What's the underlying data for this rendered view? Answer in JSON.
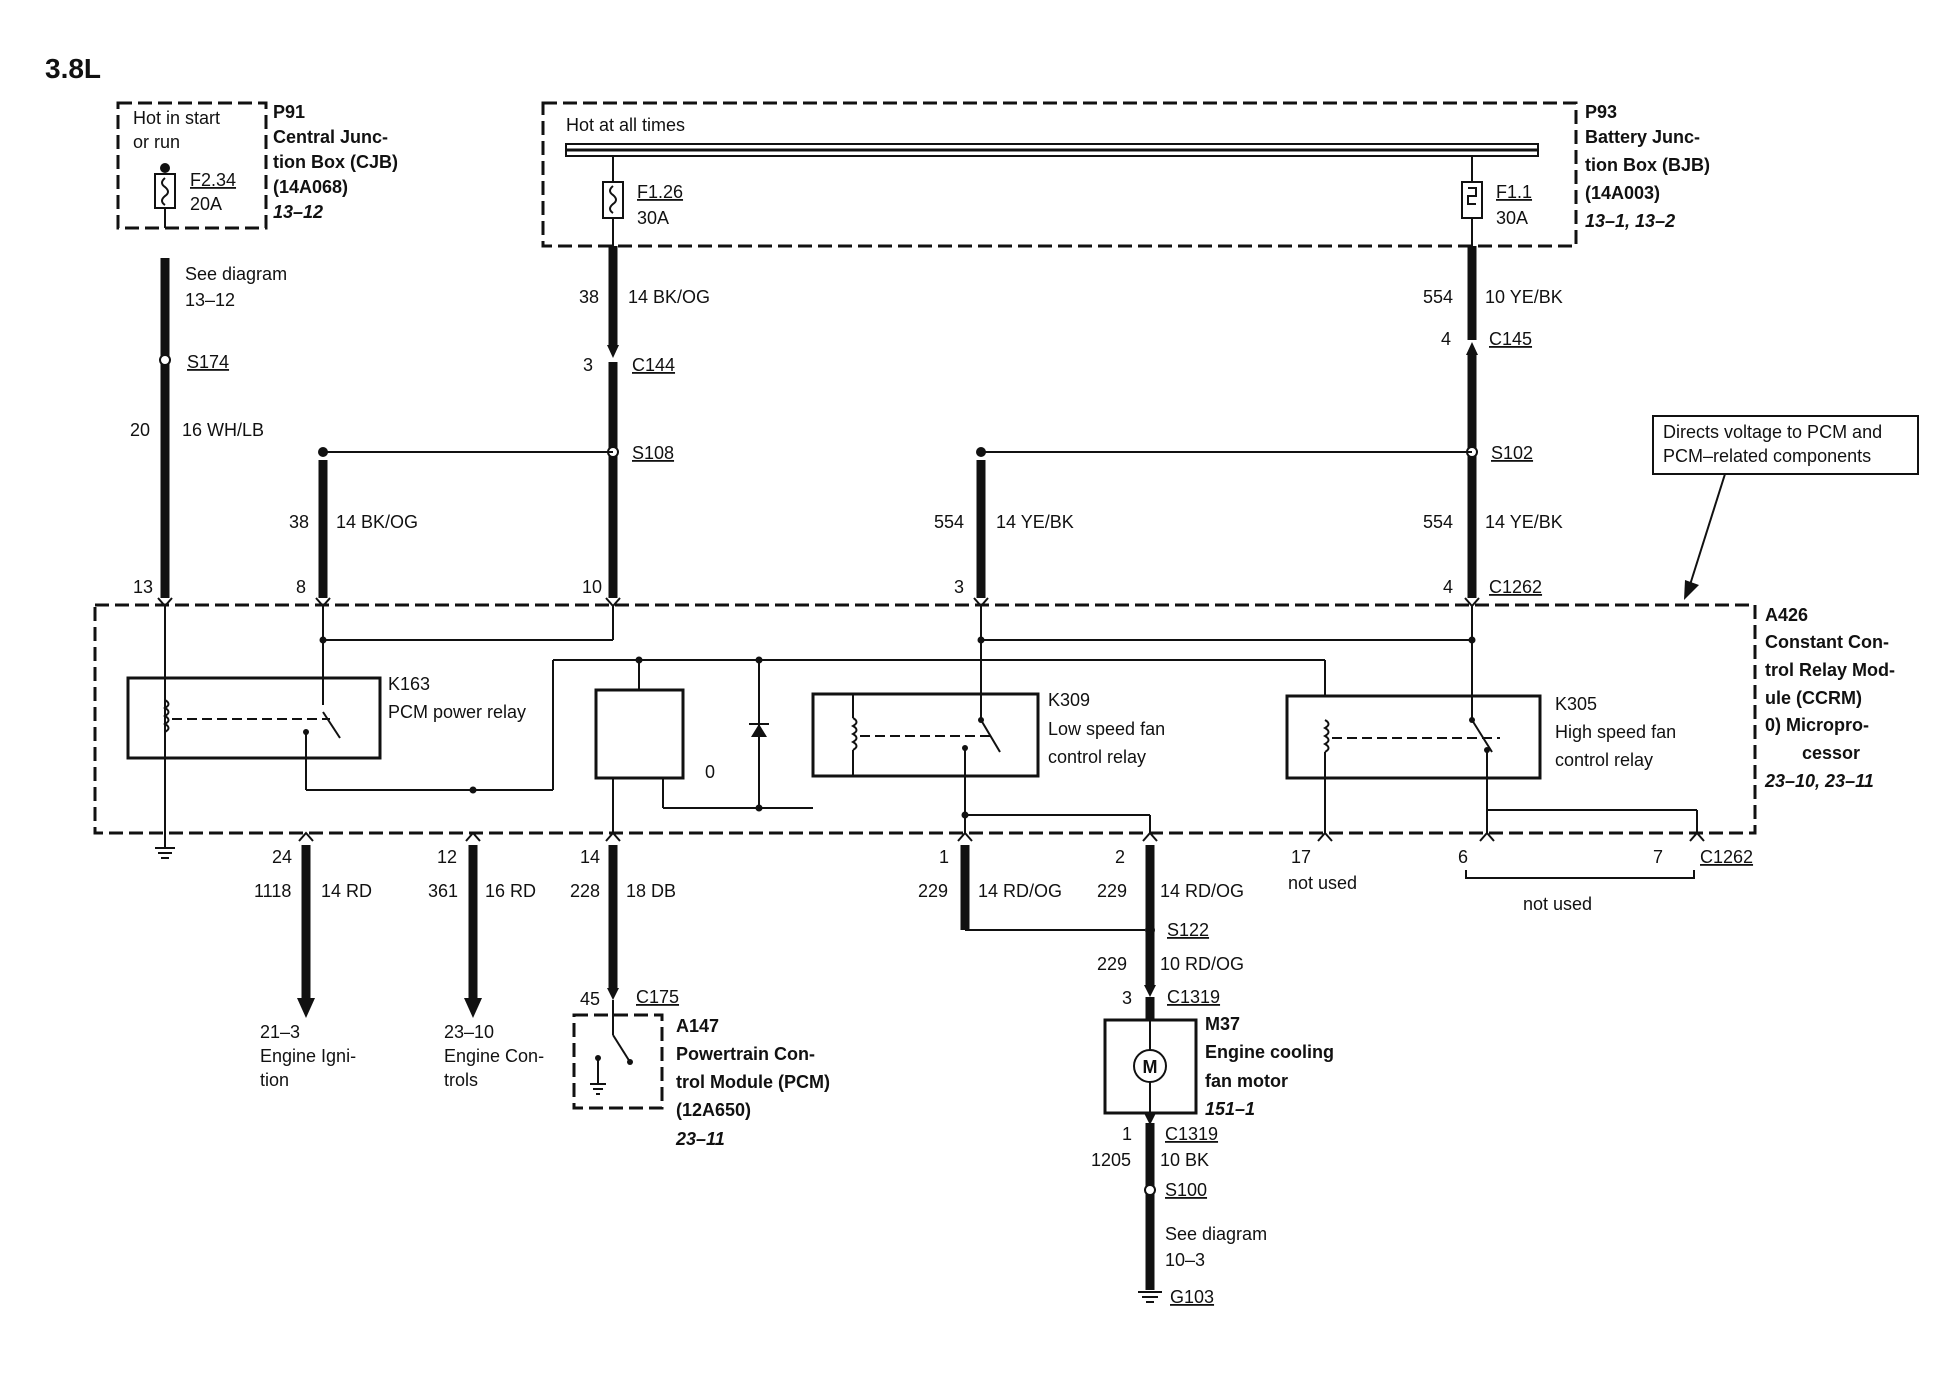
{
  "title": "3.8L",
  "p91": {
    "hot": [
      "Hot in start",
      "or run"
    ],
    "fuse": "F2.34",
    "amps": "20A",
    "id": "P91",
    "name": [
      "Central Junc-",
      "tion Box (CJB)",
      "(14A068)"
    ],
    "ref": "13–12"
  },
  "p93": {
    "hot": "Hot at all times",
    "fuse1": "F1.26",
    "amps1": "30A",
    "fuse2": "F1.1",
    "amps2": "30A",
    "id": "P93",
    "name": [
      "Battery Junc-",
      "tion Box (BJB)",
      "(14A003)"
    ],
    "ref": "13–1, 13–2"
  },
  "see1": [
    "See diagram",
    "13–12"
  ],
  "left_wire": {
    "splice": "S174",
    "circuit": "20",
    "gauge": "16 WH/LB"
  },
  "mid_wire": {
    "circuit": "38",
    "gauge": "14 BK/OG",
    "pin": "3",
    "connector": "C144",
    "splice": "S108"
  },
  "right_wire": {
    "circuit": "554",
    "gauge": "10 YE/BK",
    "pin": "4",
    "connector": "C145",
    "splice": "S102"
  },
  "branch1": {
    "circuit": "38",
    "gauge": "14 BK/OG"
  },
  "branch2": {
    "circuit": "554",
    "gauge": "14 YE/BK"
  },
  "branch3": {
    "circuit": "554",
    "gauge": "14 YE/BK"
  },
  "callout": [
    "Directs voltage to PCM and",
    "PCM–related components"
  ],
  "top_pins": [
    "13",
    "8",
    "10",
    "3",
    "4"
  ],
  "top_connector": "C1262",
  "a426": {
    "id": "A426",
    "name": [
      "Constant Con-",
      "trol Relay Mod-",
      "ule (CCRM)"
    ],
    "note": [
      "0)   Micropro-",
      "cessor"
    ],
    "ref": "23–10, 23–11"
  },
  "k163": {
    "id": "K163",
    "name": "PCM power relay"
  },
  "k309": {
    "id": "K309",
    "name": [
      "Low speed fan",
      "control relay"
    ]
  },
  "k305": {
    "id": "K305",
    "name": [
      "High speed fan",
      "control relay"
    ]
  },
  "micro_label": "0",
  "bottom_pins": {
    "p24": "24",
    "p12": "12",
    "p14": "14",
    "p1": "1",
    "p2": "2",
    "p17": "17",
    "p6": "6",
    "p7": "7",
    "connector": "C1262"
  },
  "not_used": "not used",
  "out1": {
    "circuit": "1118",
    "gauge": "14 RD",
    "ref": "21–3",
    "dest": [
      "Engine Igni-",
      "tion"
    ]
  },
  "out2": {
    "circuit": "361",
    "gauge": "16 RD",
    "ref": "23–10",
    "dest": [
      "Engine Con-",
      "trols"
    ]
  },
  "out3": {
    "circuit": "228",
    "gauge": "18 DB",
    "pin": "45",
    "connector": "C175"
  },
  "out4": {
    "circuit": "229",
    "gauge": "14 RD/OG"
  },
  "out5": {
    "circuit": "229",
    "gauge": "14 RD/OG",
    "splice": "S122"
  },
  "a147": {
    "id": "A147",
    "name": [
      "Powertrain Con-",
      "trol Module (PCM)",
      "(12A650)"
    ],
    "ref": "23–11"
  },
  "motor_feed": {
    "circuit": "229",
    "gauge": "10 RD/OG",
    "pin": "3",
    "connector": "C1319"
  },
  "m37": {
    "id": "M37",
    "name": [
      "Engine cooling",
      "fan motor"
    ],
    "ref": "151–1",
    "symbol": "M"
  },
  "ground_wire": {
    "pin": "1",
    "connector": "C1319",
    "circuit": "1205",
    "gauge": "10 BK",
    "splice": "S100"
  },
  "see2": [
    "See diagram",
    "10–3"
  ],
  "ground": "G103"
}
